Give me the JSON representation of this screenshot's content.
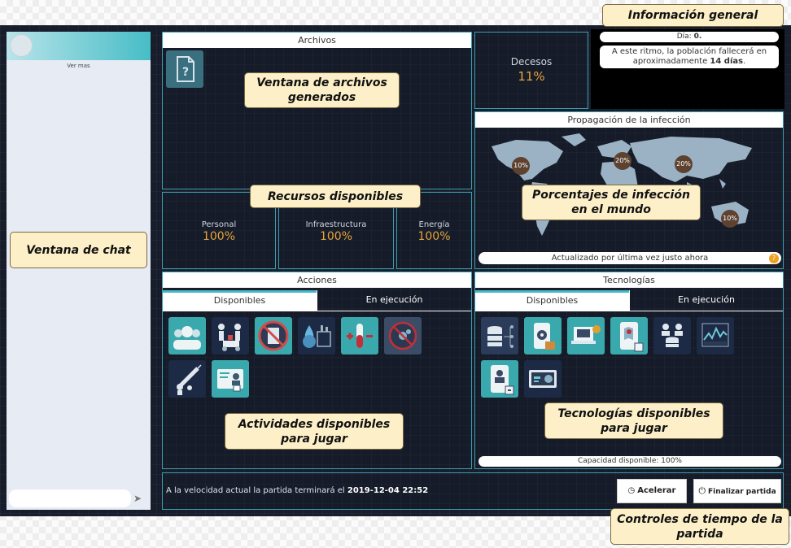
{
  "chat": {
    "more": "Ver mas",
    "send_icon": "send-arrow-icon"
  },
  "files": {
    "title": "Archivos",
    "file_icon": "unknown-file-icon"
  },
  "resources": [
    {
      "label": "Personal",
      "value": "100%"
    },
    {
      "label": "Infraestructura",
      "value": "100%"
    },
    {
      "label": "Energía",
      "value": "100%"
    }
  ],
  "deaths": {
    "label": "Decesos",
    "value": "11%"
  },
  "info": {
    "day_label": "Día: ",
    "day_value": "0.",
    "forecast_text": "A este ritmo, la población fallecerá en aproximadamente ",
    "forecast_days": "14 días",
    "forecast_end": "."
  },
  "infection": {
    "title": "Propagación de la infección",
    "markers": [
      "10%",
      "20%",
      "20%",
      "10%"
    ],
    "updated": "Actualizado por última vez justo ahora",
    "help": "?"
  },
  "actions": {
    "title": "Acciones",
    "tab_available": "Disponibles",
    "tab_running": "En ejecución",
    "icons": [
      "medical-team-icon",
      "ambulance-evacuation-icon",
      "no-save-icon",
      "water-plant-icon",
      "blood-test-icon",
      "no-virus-icon",
      "vaccine-icon",
      "id-card-icon"
    ]
  },
  "tech": {
    "title": "Tecnologías",
    "tab_available": "Disponibles",
    "tab_running": "En ejecución",
    "icons": [
      "database-network-icon",
      "mobile-virus-icon",
      "laptop-research-icon",
      "mobile-map-icon",
      "doctor-database-icon",
      "analytics-chart-icon",
      "mobile-doctor-icon",
      "virus-scan-icon"
    ],
    "capacity": "Capacidad disponible: 100%"
  },
  "footer": {
    "status_prefix": "A la velocidad actual la partida terminará el ",
    "end_date": "2019-12-04 22:52",
    "accelerate": "Acelerar",
    "finish": "Finalizar partida"
  },
  "callouts": {
    "info": "Información general",
    "files": "Ventana de archivos generados",
    "resources": "Recursos disponibles",
    "infection": "Porcentajes de infección en el mundo",
    "chat": "Ventana de chat",
    "activities": "Actividades disponibles para jugar",
    "technologies": "Tecnologías disponibles para jugar",
    "time": "Controles de tiempo de la partida"
  }
}
